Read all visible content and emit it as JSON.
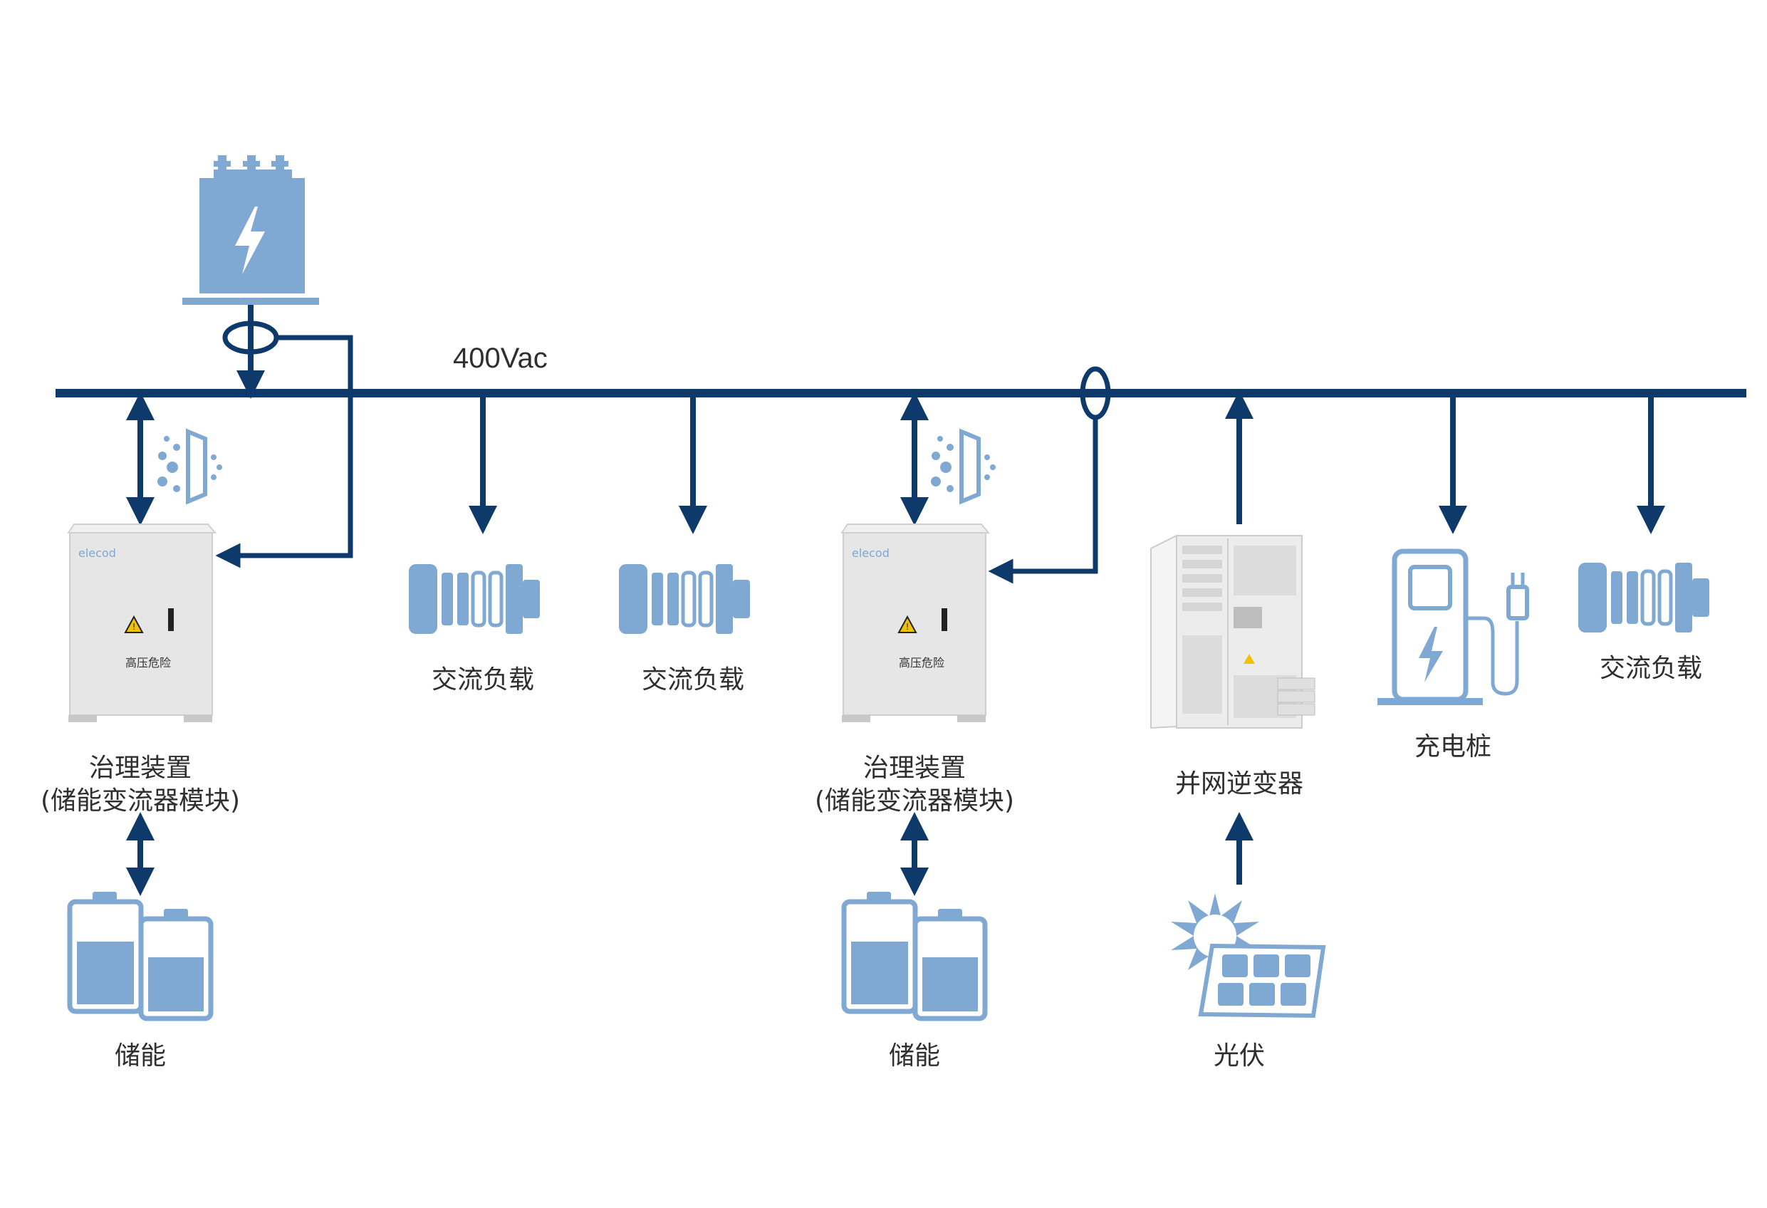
{
  "diagram": {
    "bus_voltage": "400Vac",
    "labels": {
      "device1_line1": "治理装置",
      "device1_line2": "(储能变流器模块)",
      "load1": "交流负载",
      "load2": "交流负载",
      "device2_line1": "治理装置",
      "device2_line2": "(储能变流器模块)",
      "inverter": "并网逆变器",
      "charger": "充电桩",
      "load3": "交流负载",
      "storage1": "储能",
      "storage2": "储能",
      "pv": "光伏"
    },
    "cabinet_brand": "elecod",
    "cabinet_warning": "高压危险",
    "colors": {
      "line": "#0e3a6b",
      "icon": "#7fa8d2",
      "icon_light": "#a9c6e4",
      "cabinet": "#e6e6e6"
    },
    "icons": [
      "transformer-icon",
      "ct-sensor-icon",
      "ac-load-icon",
      "battery-icon",
      "filter-icon",
      "charger-icon",
      "solar-panel-icon",
      "cabinet-icon",
      "inverter-cabinet-icon"
    ]
  }
}
